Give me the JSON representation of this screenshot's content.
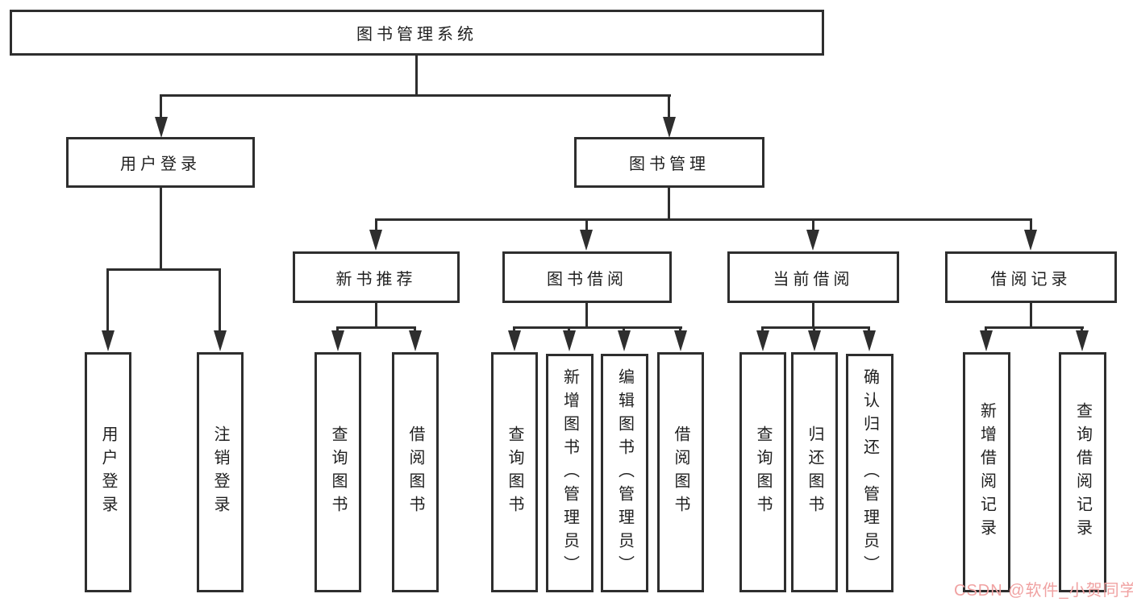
{
  "colors": {
    "line": "#2E2E2E",
    "text": "#1F1F1F",
    "background": "#FFFFFF",
    "watermark_pink": "#F0A2A2"
  },
  "tree": {
    "root": {
      "label": "图书管理系统",
      "children": [
        {
          "label": "用户登录",
          "children": [
            {
              "label": "用户登录"
            },
            {
              "label": "注销登录"
            }
          ]
        },
        {
          "label": "图书管理",
          "children": [
            {
              "label": "新书推荐",
              "children": [
                {
                  "label": "查询图书"
                },
                {
                  "label": "借阅图书"
                }
              ]
            },
            {
              "label": "图书借阅",
              "children": [
                {
                  "label": "查询图书"
                },
                {
                  "label": "新增图书（管理员）"
                },
                {
                  "label": "编辑图书（管理员）"
                },
                {
                  "label": "借阅图书"
                }
              ]
            },
            {
              "label": "当前借阅",
              "children": [
                {
                  "label": "查询图书"
                },
                {
                  "label": "归还图书"
                },
                {
                  "label": "确认归还（管理员）"
                }
              ]
            },
            {
              "label": "借阅记录",
              "children": [
                {
                  "label": "新增借阅记录"
                },
                {
                  "label": "查询借阅记录"
                }
              ]
            }
          ]
        }
      ]
    }
  },
  "watermark": {
    "text": "CSDN @软件_小贺同学"
  }
}
